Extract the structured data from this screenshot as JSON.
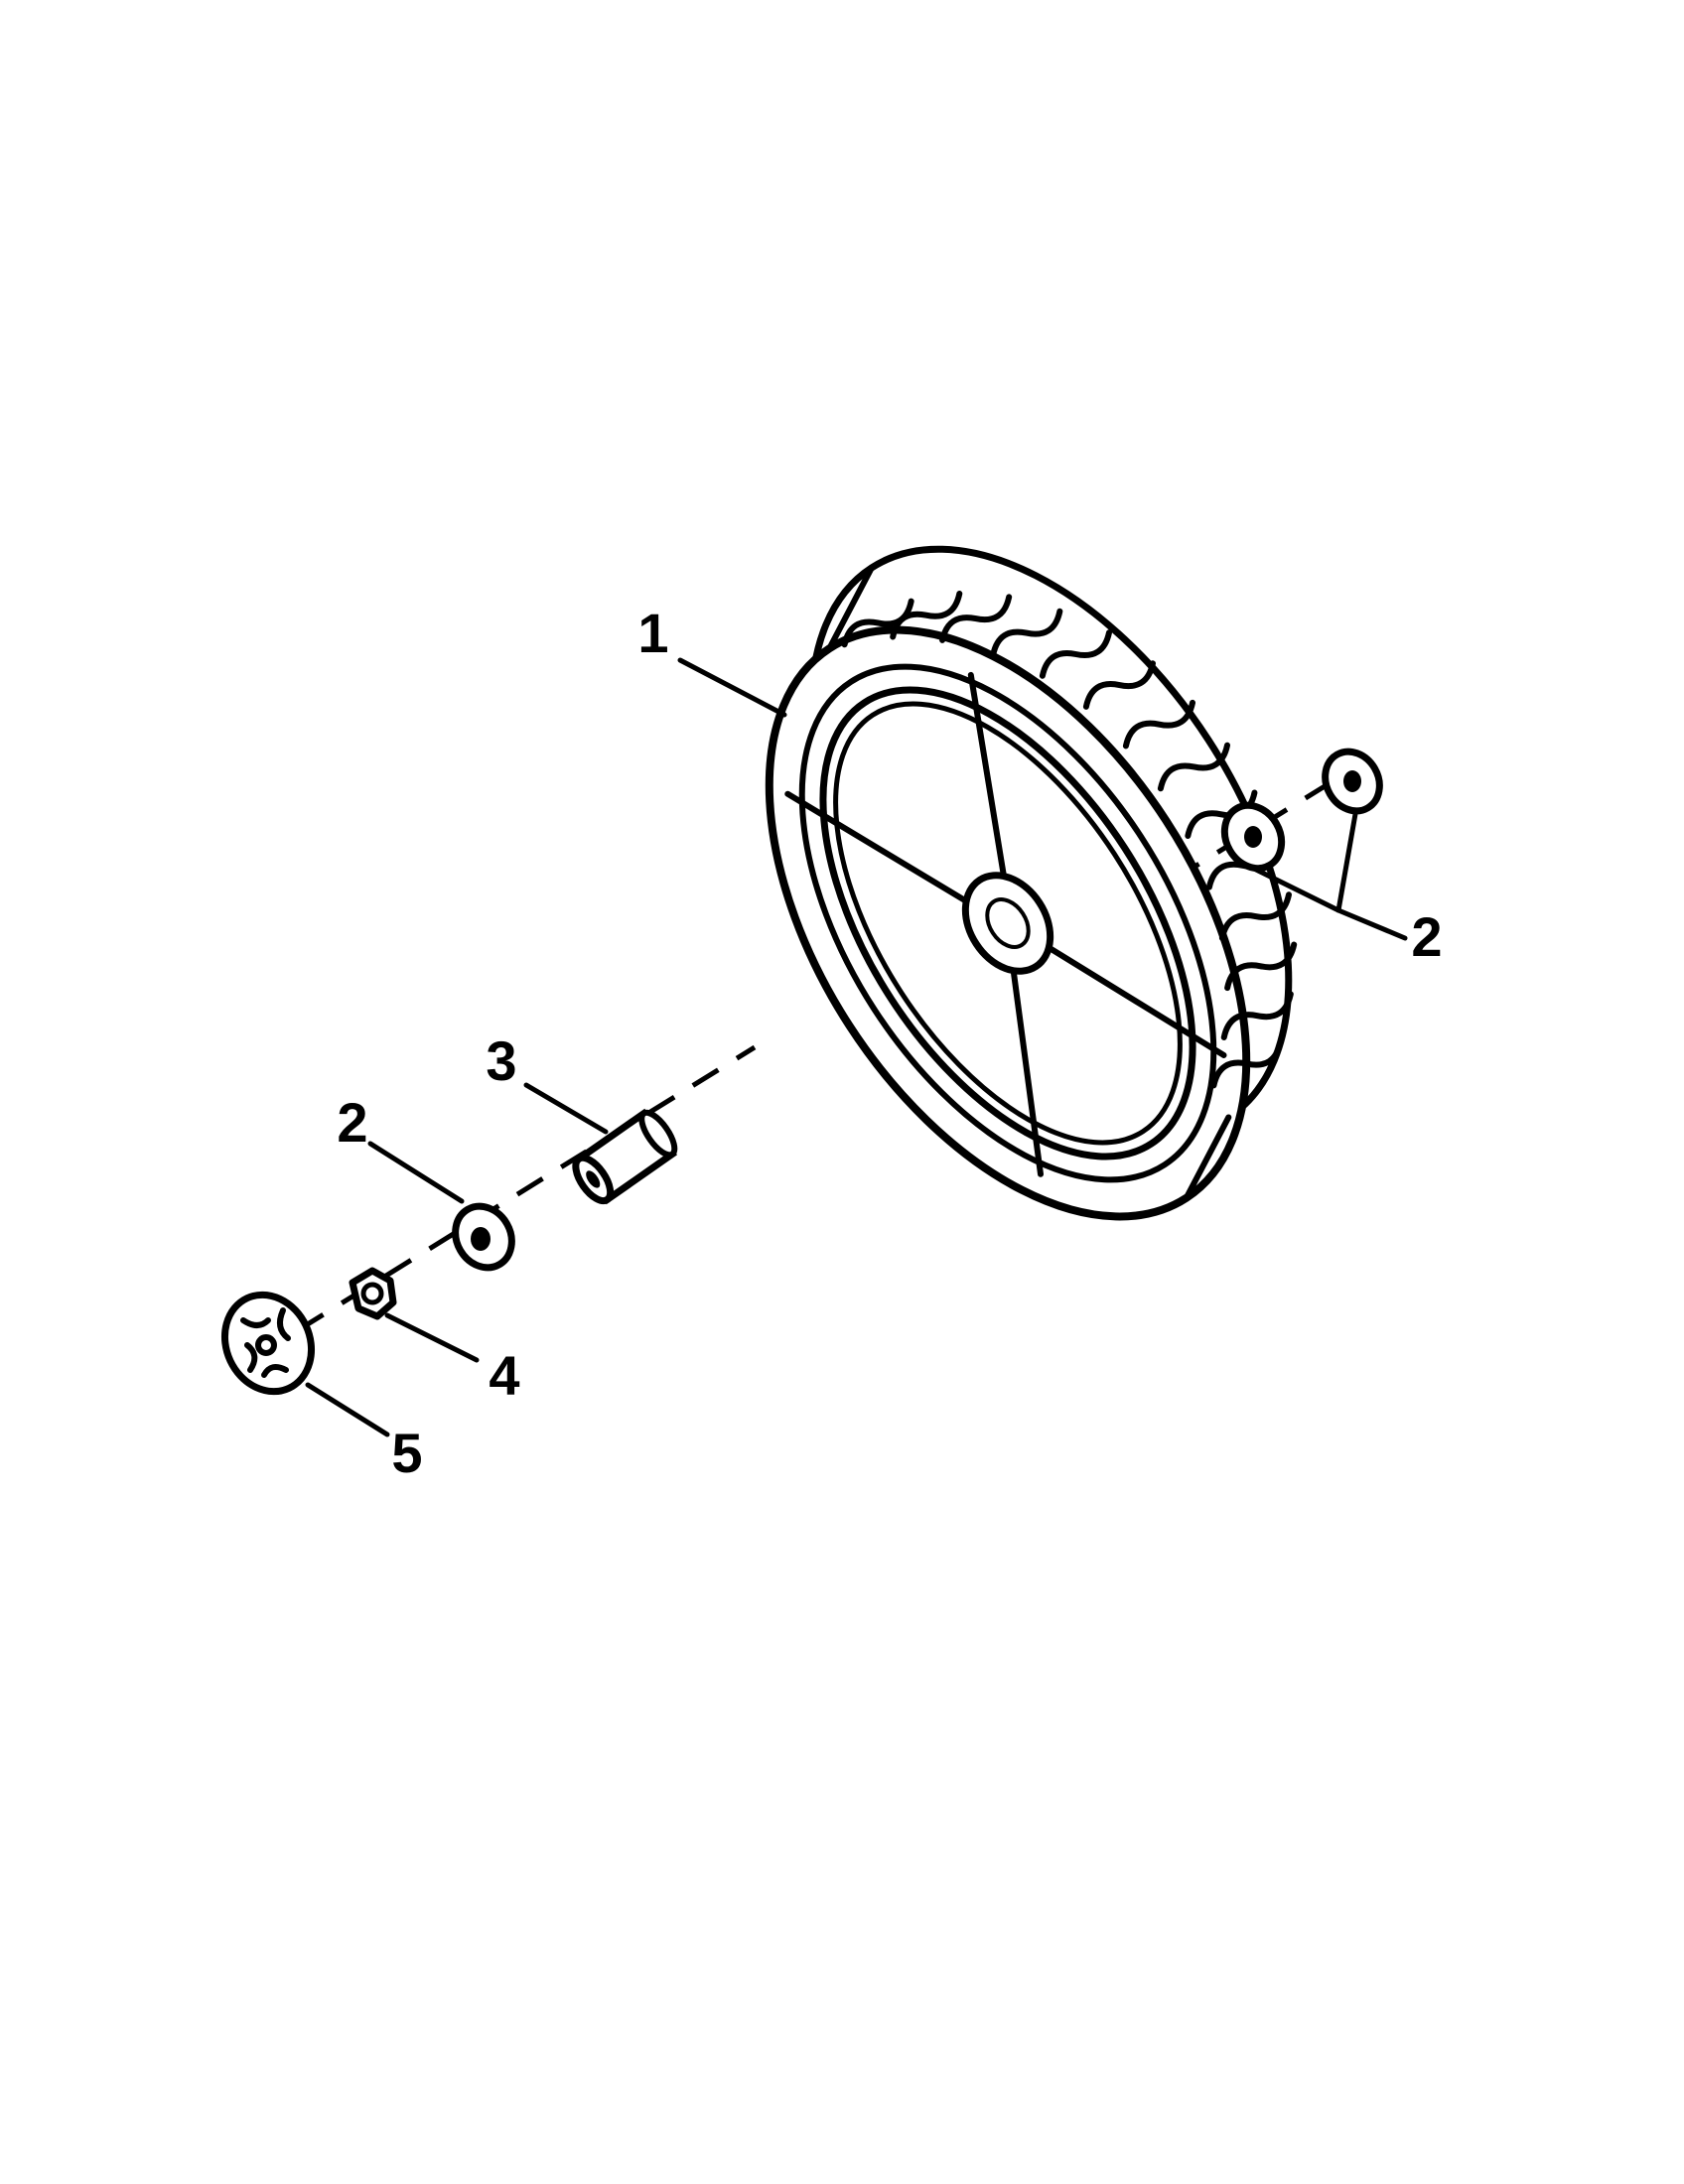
{
  "diagram": {
    "type": "exploded parts diagram",
    "colors": {
      "ink": "#000000",
      "paper": "#ffffff"
    },
    "parts": [
      {
        "id": "wheel",
        "callout": "1",
        "icon": "wheel-tire-icon"
      },
      {
        "id": "washer-right",
        "callout": "2",
        "icon": "washer-pair-icon"
      },
      {
        "id": "bushing",
        "callout": "3",
        "icon": "bushing-sleeve-icon"
      },
      {
        "id": "washer-left",
        "callout": "2",
        "icon": "washer-icon"
      },
      {
        "id": "nut",
        "callout": "4",
        "icon": "hex-nut-icon"
      },
      {
        "id": "hubcap",
        "callout": "5",
        "icon": "hubcap-icon"
      }
    ]
  }
}
